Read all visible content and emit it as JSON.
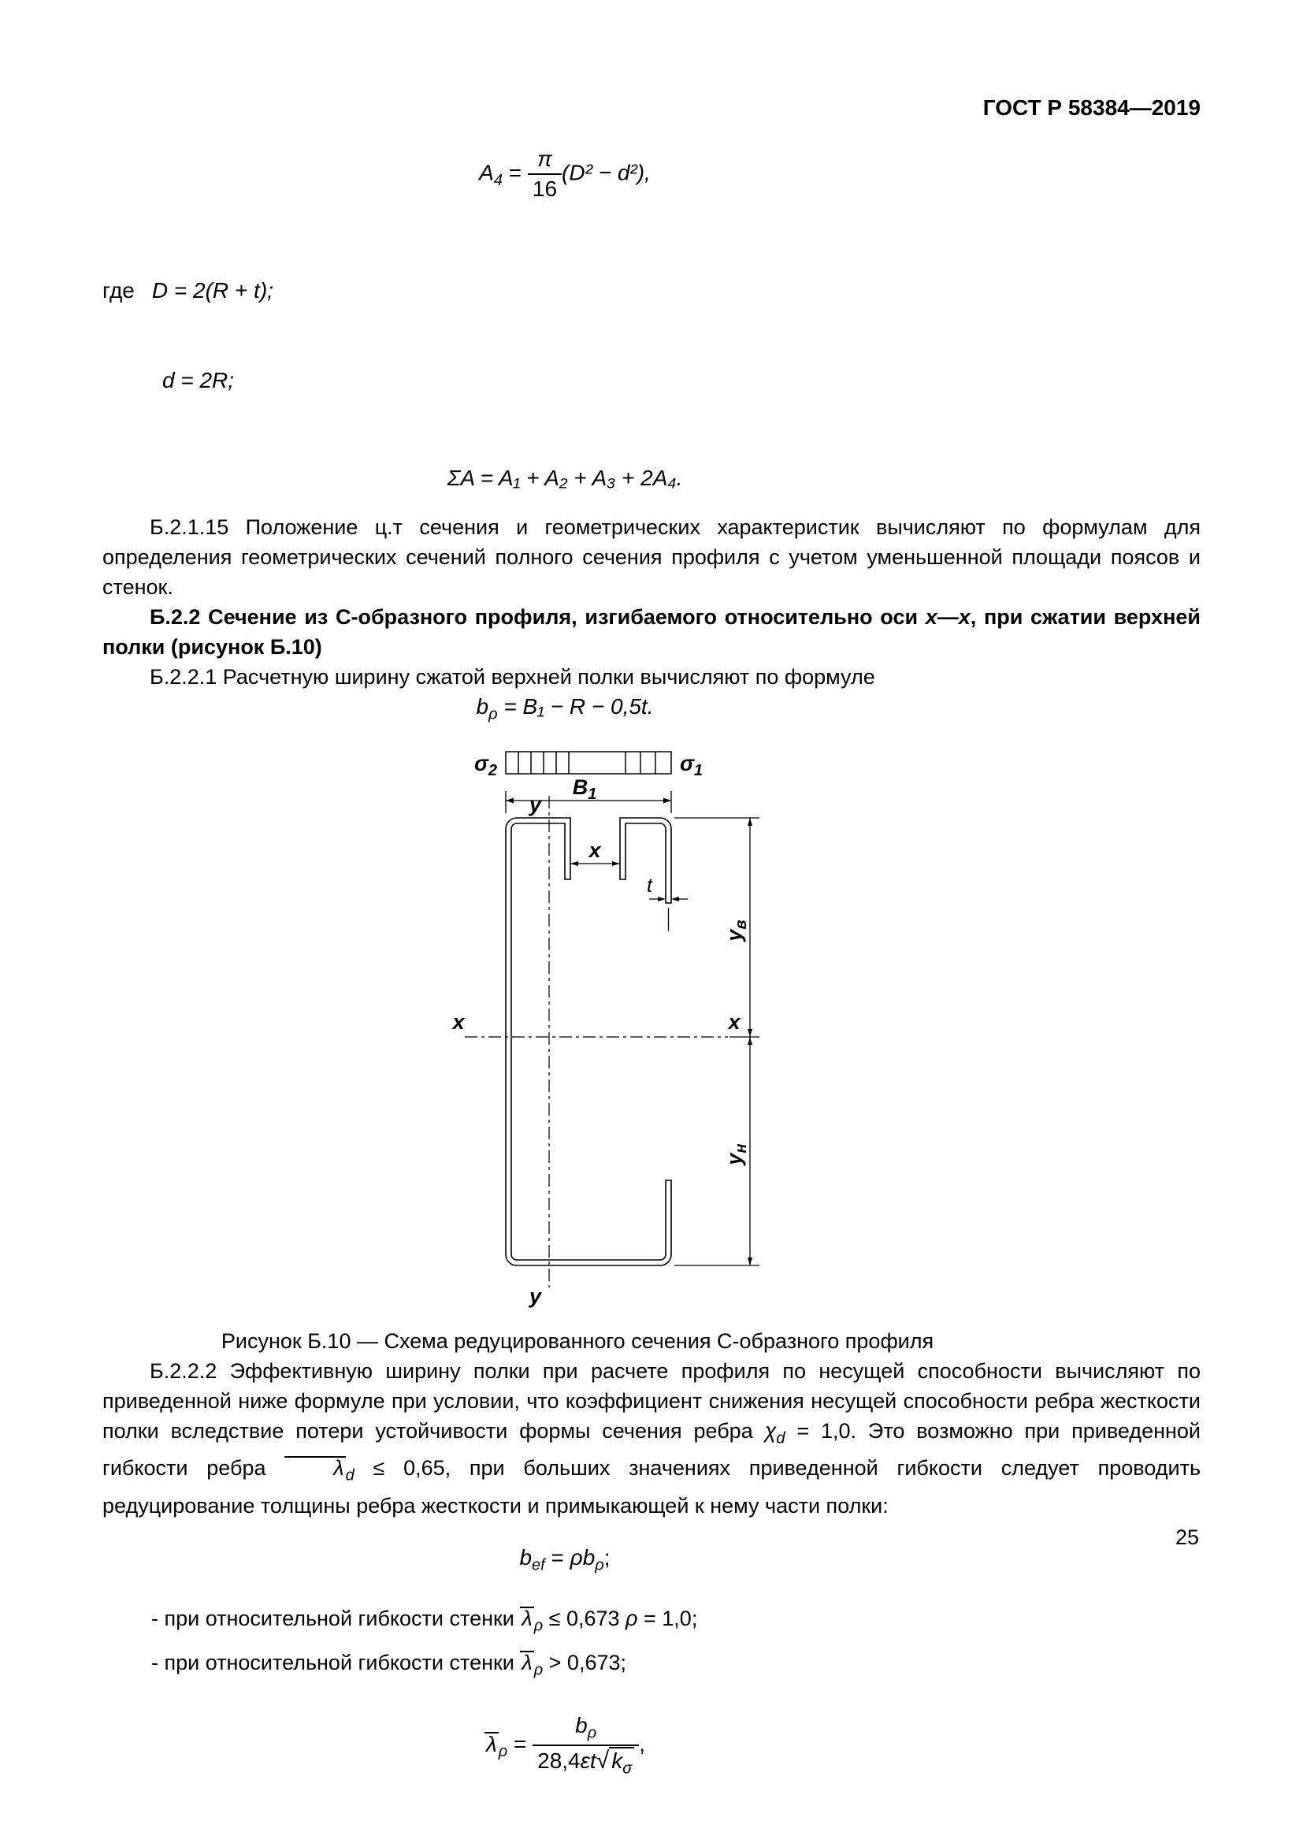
{
  "page": {
    "number": "25"
  },
  "header": {
    "doc_code": "ГОСТ Р 58384—2019"
  },
  "formula_a4": {
    "lhs": "A",
    "lhs_sub": "4",
    "eq": " = ",
    "num": "π",
    "den": "16",
    "tail": "(D² − d²),"
  },
  "where_block": {
    "label": "где",
    "line1": "D = 2(R + t);",
    "line2": "d = 2R;"
  },
  "formula_sum": {
    "text": "ΣA = A₁ + A₂ + A₃ + 2A₄."
  },
  "para_b2115": {
    "text": "Б.2.1.15 Положение ц.т сечения и геометрических характеристик вычисляют по формулам для определения геометрических сечений полного сечения профиля с учетом уменьшенной площади поясов и стенок."
  },
  "head_b22": {
    "pre": "Б.2.2 Сечение из С-образного профиля, изгибаемого относительно оси ",
    "axis": "x—x",
    "post": ", при сжатии верхней полки (рисунок Б.10)"
  },
  "para_b221": {
    "text": "Б.2.2.1 Расчетную ширину сжатой верхней полки вычисляют по формуле"
  },
  "formula_brho": {
    "lhs": "b",
    "lhs_sub": "ρ",
    "rhs": " = B₁ − R − 0,5t."
  },
  "figure": {
    "caption": "Рисунок Б.10 — Схема редуцированного сечения С-образного профиля",
    "labels": {
      "sigma2_base": "σ",
      "sigma2_sub": "2",
      "sigma1_base": "σ",
      "sigma1_sub": "1",
      "b1_base": "B",
      "b1_sub": "1",
      "y_axis_top": "y",
      "y_axis_bottom": "y",
      "x_axis_left": "x",
      "x_axis_right": "x",
      "x_inner": "x",
      "t": "t",
      "yv_base": "y",
      "yv_sub": "в",
      "yn_base": "y",
      "yn_sub": "н"
    }
  },
  "para_b222": {
    "seg1": "Б.2.2.2 Эффективную ширину полки при расчете профиля по несущей способности вычисляют по приведенной ниже формуле при условии, что коэффициент снижения несущей способности ребра жесткости полки вследствие потери устойчивости формы сечения ребра ",
    "chi": "χ",
    "chi_sub": "d",
    "chi_val": " = 1,0. ",
    "seg2": "Это возможно при приведенной гибкости ребра ",
    "lam": "λ",
    "lam_sub": "d",
    "lam_val": " ≤ 0,65, ",
    "seg3": "при больших значениях приведенной гибкости следует проводить редуцирование толщины ребра жесткости и примыкающей к нему части полки:"
  },
  "formula_bef": {
    "lhs": "b",
    "lhs_sub": "ef",
    "eq": " = ",
    "rhs": "ρb",
    "rhs_sub": "ρ",
    "end": ";"
  },
  "list": {
    "item1": {
      "pre": "- при относительной гибкости стенки ",
      "lam": "λ",
      "lam_sub": "ρ",
      "mid": " ≤ 0,673  ",
      "rho": "ρ",
      "tail": " = 1,0;"
    },
    "item2": {
      "pre": "- при относительной гибкости стенки ",
      "lam": "λ",
      "lam_sub": "ρ",
      "mid": " > 0,673;"
    }
  },
  "formula_lambda": {
    "lhs": "λ",
    "lhs_sub": "ρ",
    "eq": " = ",
    "num": "b",
    "num_sub": "ρ",
    "den_num": "28,4",
    "den_vars": "εt",
    "sqrt": "√",
    "k": "k",
    "k_sub": "σ",
    "end": ","
  }
}
